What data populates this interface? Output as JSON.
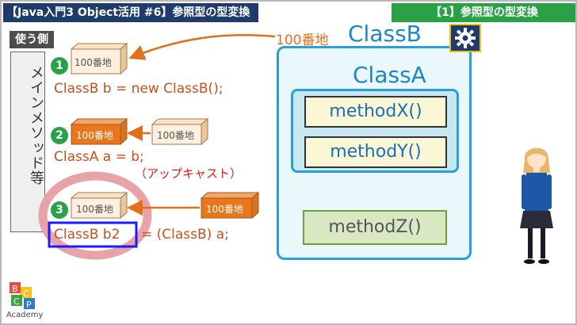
{
  "header": {
    "title": "【Java入門3 Object活用 #6】参照型の型変換",
    "section": "【1】参照型の型変換"
  },
  "sidebar": {
    "label": "使う側",
    "column_text": "メインメソッド等"
  },
  "steps": [
    {
      "number": "1",
      "box_label": "100番地",
      "code": "ClassB  b  = new ClassB();"
    },
    {
      "number": "2",
      "box_label": "100番地",
      "source_box_label": "100番地",
      "code": "ClassA  a  = b;",
      "note": "（アップキャスト）"
    },
    {
      "number": "3",
      "box_label": "100番地",
      "source_box_label": "100番地",
      "code_left": "ClassB b2",
      "code_right": "= (ClassB) a;"
    }
  ],
  "object": {
    "address_label": "100番地",
    "classb_title": "ClassB",
    "classa_title": "ClassA",
    "methods": [
      "methodX()",
      "methodY()",
      "methodZ()"
    ]
  },
  "logo": {
    "letters": [
      "B",
      "C",
      "C",
      "P"
    ],
    "text": "Academy"
  },
  "colors": {
    "title_bg": "#1f3b6b",
    "section_bg": "#2aa146",
    "code": "#c7511b",
    "upcast": "#e21b1b",
    "arrow": "#e0701c",
    "class_border": "#2a9fd6",
    "class_title": "#1b86c9"
  },
  "icons": [
    "gear-icon",
    "arrow-icon",
    "student-figure"
  ]
}
